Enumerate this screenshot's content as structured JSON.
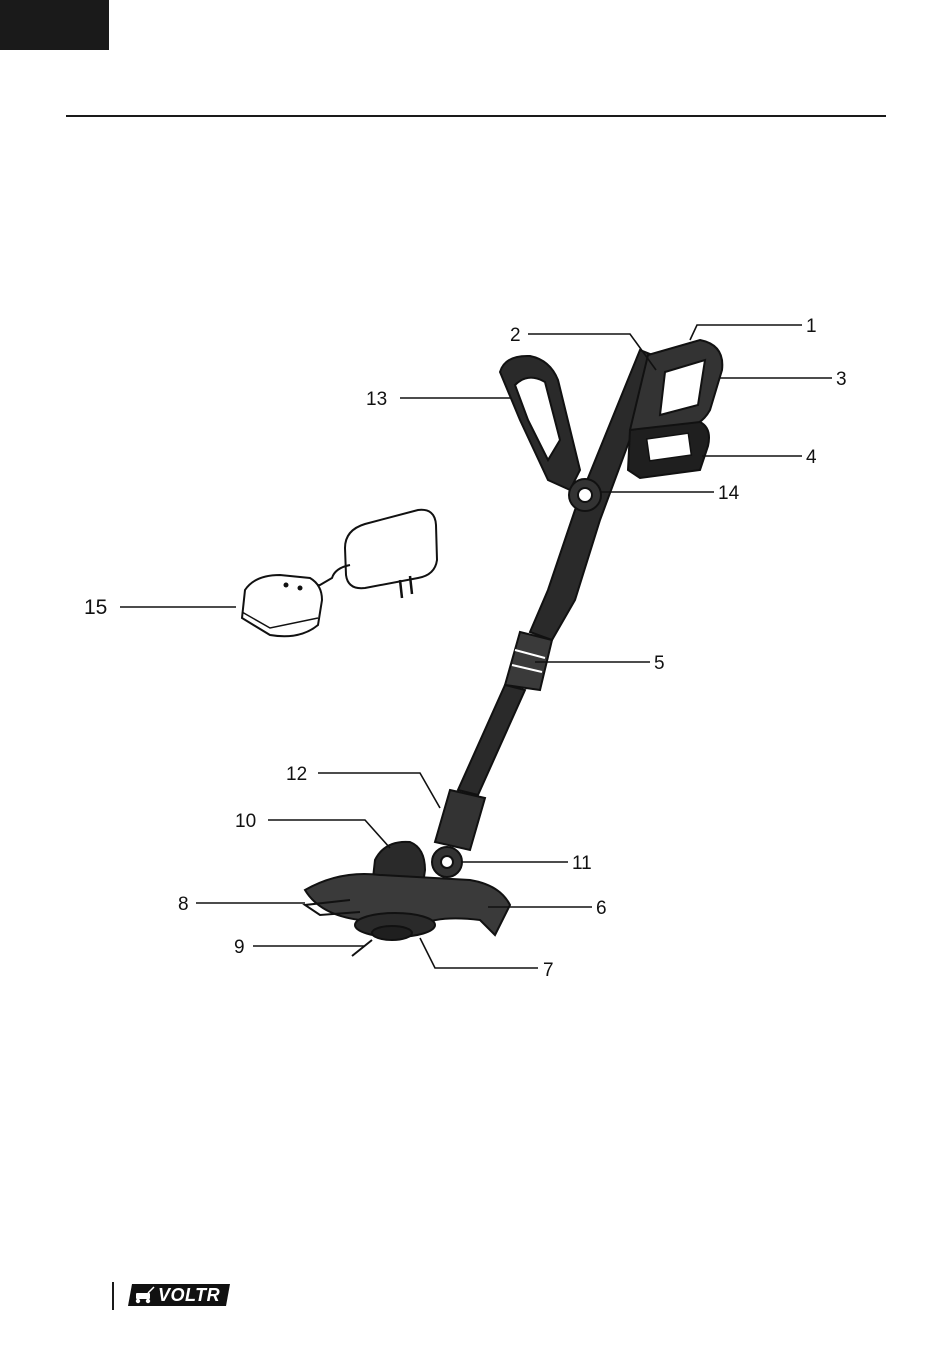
{
  "callouts": [
    {
      "num": "1"
    },
    {
      "num": "2"
    },
    {
      "num": "3"
    },
    {
      "num": "4"
    },
    {
      "num": "5"
    },
    {
      "num": "6"
    },
    {
      "num": "7"
    },
    {
      "num": "8"
    },
    {
      "num": "9"
    },
    {
      "num": "10"
    },
    {
      "num": "11"
    },
    {
      "num": "12"
    },
    {
      "num": "13"
    },
    {
      "num": "14"
    },
    {
      "num": "15"
    }
  ],
  "footer": {
    "logo_text": "VOLTR"
  },
  "colors": {
    "ink": "#111111",
    "tab": "#1a1a1a"
  }
}
